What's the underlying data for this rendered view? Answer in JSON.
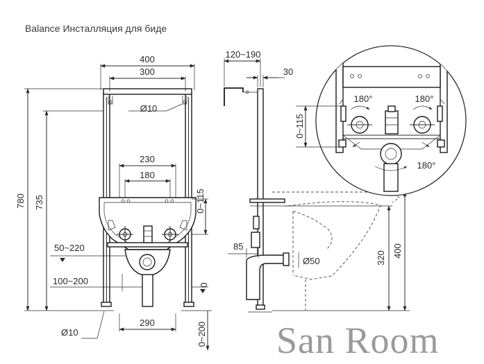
{
  "title": "Balance Инсталляция для биде",
  "watermark": "San Room",
  "dimensions": {
    "width_400": "400",
    "width_300": "300",
    "hole_d10_top": "Ø10",
    "width_230": "230",
    "width_180": "180",
    "height_780": "780",
    "height_735": "735",
    "range_0_115_front": "0~115",
    "range_50_220": "50~220",
    "range_100_200": "100~200",
    "zero_front": "0",
    "foot_d10": "Ø10",
    "width_290": "290",
    "range_0_200": "0~200",
    "depth_120_190": "120~190",
    "depth_30": "30",
    "depth_85": "85",
    "pipe_d50": "Ø50",
    "height_320": "320",
    "height_400_side": "400",
    "range_0_115_detail": "0~115",
    "rotate_180_left": "180°",
    "rotate_180_right": "180°",
    "rotate_180_bottom": "180°"
  }
}
